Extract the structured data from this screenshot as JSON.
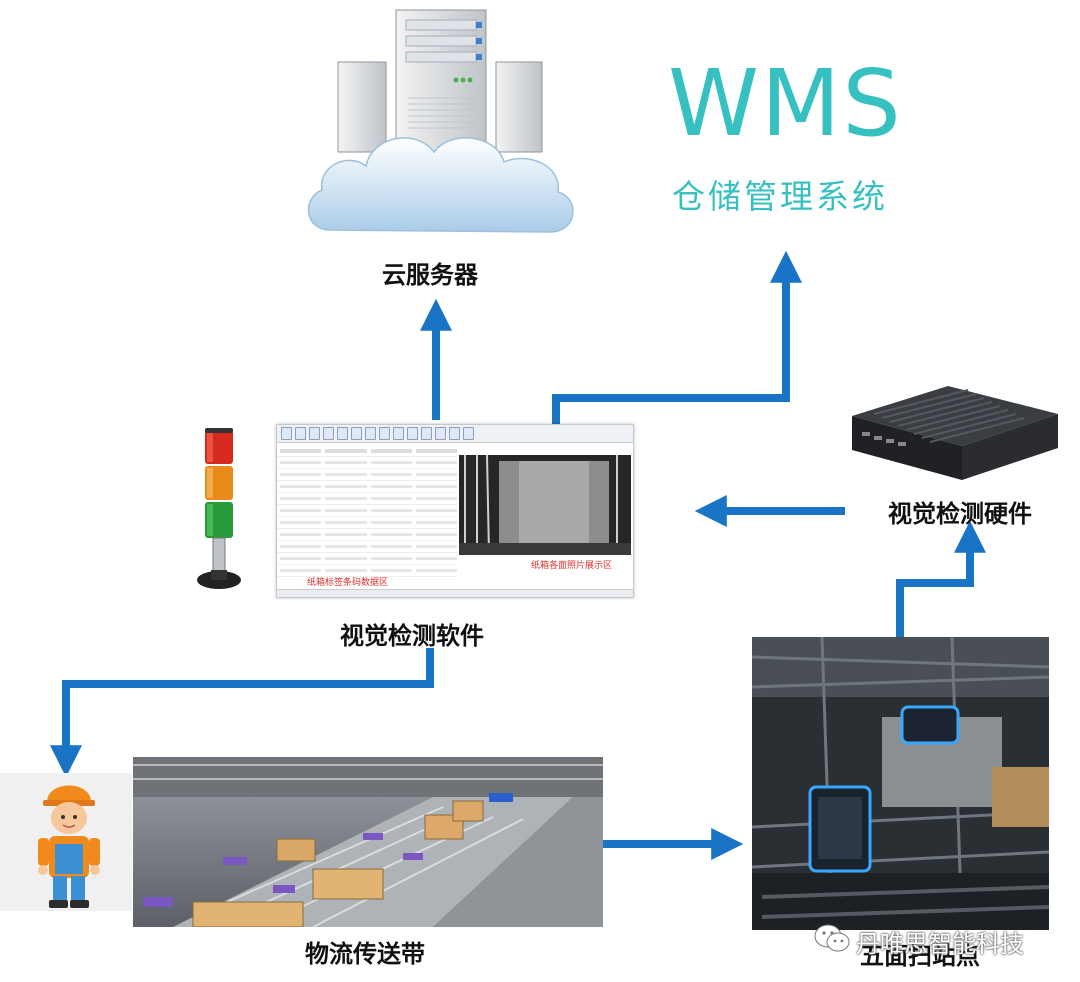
{
  "nodes": {
    "cloud_server": "云服务器",
    "wms_title": "WMS",
    "wms_subtitle": "仓储管理系统",
    "vision_software": "视觉检测软件",
    "vision_hardware": "视觉检测硬件",
    "conveyor": "物流传送带",
    "scan_station": "五面扫站点"
  },
  "software_screenshot": {
    "data_area_caption": "纸箱标签条码数据区",
    "image_area_caption": "纸箱各面照片展示区"
  },
  "watermark": "丹唯思智能科技",
  "colors": {
    "arrow": "#1a74c5",
    "wms": "#36c1c0",
    "caption_red": "#e0312e"
  }
}
